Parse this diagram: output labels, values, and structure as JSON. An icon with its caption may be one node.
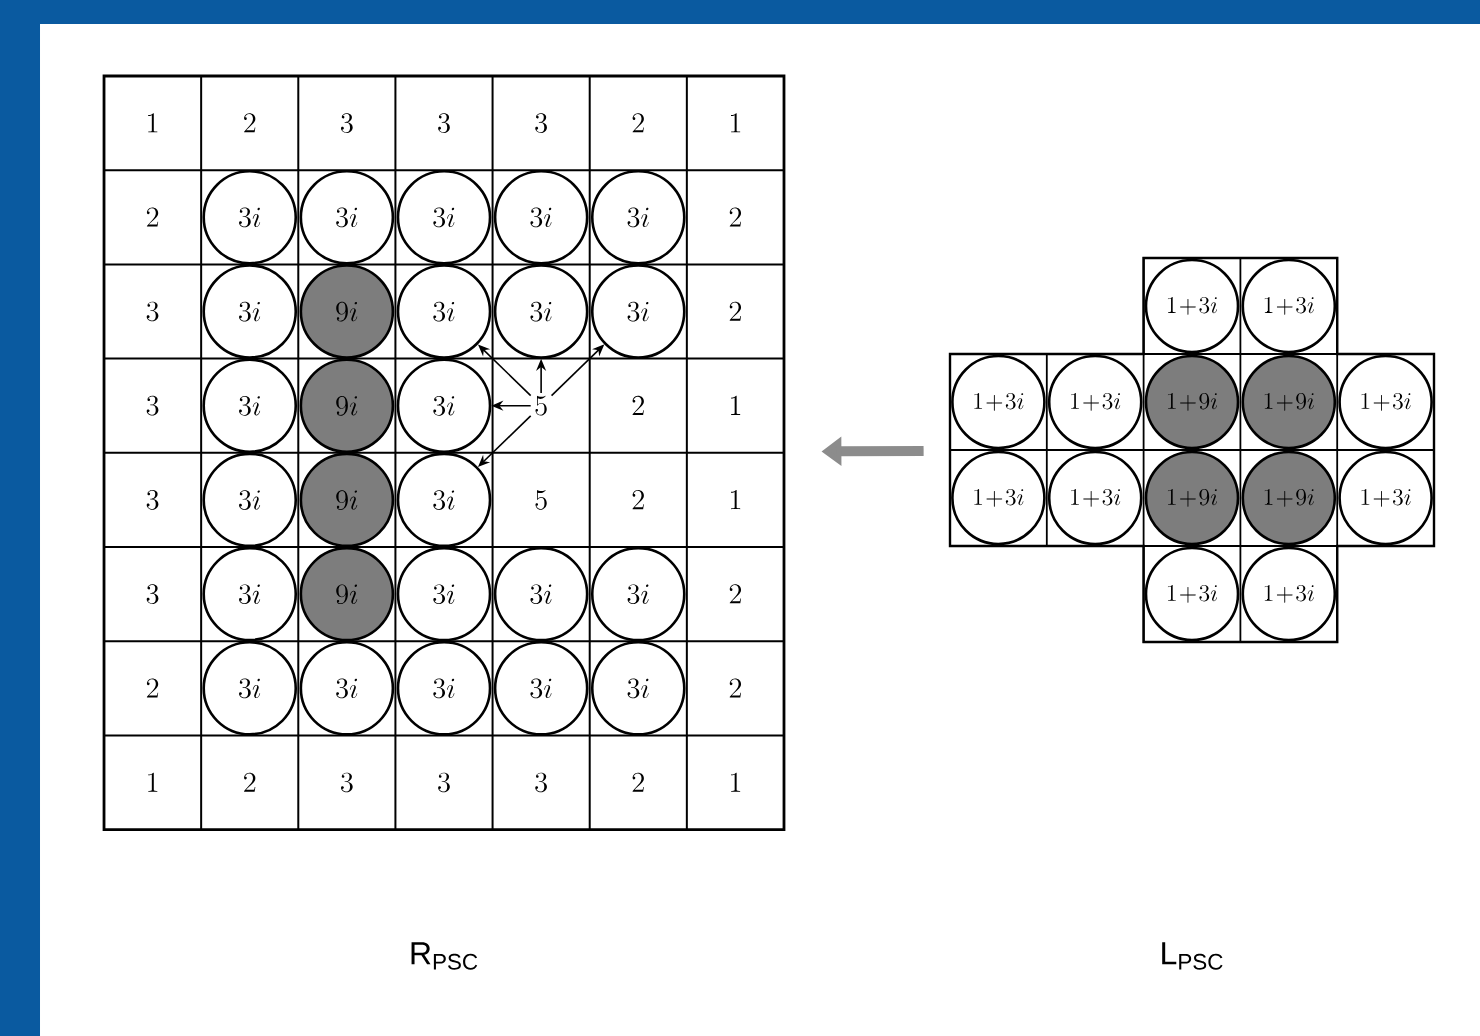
{
  "diagram": {
    "nodes": [
      {
        "text": [],
        "shape": "box"
      },
      {
        "text": [
          "1"
        ],
        "in": 0
      },
      {
        "text": [
          "2"
        ],
        "in": 0
      },
      {
        "text": [
          "3"
        ],
        "in": 0
      },
      {
        "text": [
          "3"
        ],
        "in": 0
      },
      {
        "text": [
          "3"
        ],
        "in": 0
      },
      {
        "text": [
          "2"
        ],
        "in": 0
      },
      {
        "text": [
          "1"
        ],
        "in": 0
      },
      {
        "text": [
          "2"
        ],
        "in": 0
      },
      {
        "text": [
          "3i"
        ],
        "in": 0
      },
      {
        "text": [
          "3i"
        ],
        "in": 0
      },
      {
        "text": [
          "3i"
        ],
        "in": 0
      },
      {
        "text": [
          "3i"
        ],
        "in": 0
      },
      {
        "text": [
          "3i"
        ],
        "in": 0
      },
      {
        "text": [
          "2"
        ],
        "in": 0
      },
      {
        "text": [
          "3"
        ],
        "in": 0
      },
      {
        "text": [
          "3i"
        ],
        "in": 0
      },
      {
        "text": [
          "9i"
        ],
        "in": 0
      },
      {
        "text": [
          "3i"
        ],
        "in": 0
      },
      {
        "text": [
          "3i"
        ],
        "in": 0
      },
      {
        "text": [
          "3i"
        ],
        "in": 0
      },
      {
        "text": [
          "2"
        ],
        "in": 0
      },
      {
        "text": [
          "3"
        ],
        "in": 0
      },
      {
        "text": [
          "3i"
        ],
        "in": 0
      },
      {
        "text": [
          "9i"
        ],
        "in": 0
      },
      {
        "text": [
          "3i"
        ],
        "in": 0
      },
      {
        "text": [
          "5"
        ],
        "in": 0
      },
      {
        "text": [
          "2"
        ],
        "in": 0
      },
      {
        "text": [
          "1"
        ],
        "in": 0
      },
      {
        "text": [
          "3"
        ],
        "in": 0
      },
      {
        "text": [
          "3i"
        ],
        "in": 0
      },
      {
        "text": [
          "9i"
        ],
        "in": 0
      },
      {
        "text": [
          "3i"
        ],
        "in": 0
      },
      {
        "text": [
          "5"
        ],
        "in": 0
      },
      {
        "text": [
          "2"
        ],
        "in": 0
      },
      {
        "text": [
          "1"
        ],
        "in": 0
      },
      {
        "text": [
          "3"
        ],
        "in": 0
      },
      {
        "text": [
          "3i"
        ],
        "in": 0
      },
      {
        "text": [
          "9i"
        ],
        "in": 0
      },
      {
        "text": [
          "3i"
        ],
        "in": 0
      },
      {
        "text": [
          "3i"
        ],
        "in": 0
      },
      {
        "text": [
          "3i"
        ],
        "in": 0
      },
      {
        "text": [
          "2"
        ],
        "in": 0
      },
      {
        "text": [
          "2"
        ],
        "in": 0
      },
      {
        "text": [
          "3i"
        ],
        "in": 0
      },
      {
        "text": [
          "3i"
        ],
        "in": 0
      },
      {
        "text": [
          "3i"
        ],
        "in": 0
      },
      {
        "text": [
          "3i"
        ],
        "in": 0
      },
      {
        "text": [
          "3i"
        ],
        "in": 0
      },
      {
        "text": [
          "2"
        ],
        "in": 0
      },
      {
        "text": [
          "1"
        ],
        "in": 0
      },
      {
        "text": [
          "2"
        ],
        "in": 0
      },
      {
        "text": [
          "3"
        ],
        "in": 0
      },
      {
        "text": [
          "3"
        ],
        "in": 0
      },
      {
        "text": [
          "3"
        ],
        "in": 0
      },
      {
        "text": [
          "2"
        ],
        "in": 0
      },
      {
        "text": [
          "1"
        ],
        "in": 0
      },
      {
        "text": [],
        "shape": "box"
      },
      {
        "text": [
          "1+3i"
        ],
        "in": 57
      },
      {
        "text": [
          "1+3i"
        ],
        "in": 57
      },
      {
        "text": [
          "1+3i"
        ],
        "in": 57
      },
      {
        "text": [
          "1+3i"
        ],
        "in": 57
      },
      {
        "text": [
          "1+9i"
        ],
        "in": 57
      },
      {
        "text": [
          "1+9i"
        ],
        "in": 57
      },
      {
        "text": [
          "1+3i"
        ],
        "in": 57
      },
      {
        "text": [
          "1+3i"
        ],
        "in": 57
      },
      {
        "text": [
          "1+3i"
        ],
        "in": 57
      },
      {
        "text": [
          "1+9i"
        ],
        "in": 57
      },
      {
        "text": [
          "1+9i"
        ],
        "in": 57
      },
      {
        "text": [
          "1+3i"
        ],
        "in": 57
      },
      {
        "text": [
          "1+3i"
        ],
        "in": 57
      },
      {
        "text": [
          "1+3i"
        ],
        "in": 57
      }
    ],
    "edges": [
      {
        "from": 26,
        "to": 18,
        "arrow": "to"
      },
      {
        "from": 26,
        "to": 19,
        "arrow": "to"
      },
      {
        "from": 26,
        "to": 20,
        "arrow": "to"
      },
      {
        "from": 26,
        "to": 25,
        "arrow": "to"
      },
      {
        "from": 26,
        "to": 32,
        "arrow": "to"
      },
      {
        "from": 57,
        "to": 0,
        "arrow": "to",
        "style": "thick",
        "color": "#8c8c8c"
      }
    ],
    "labels": [
      "R$_{PSC}$",
      "L$_{PSC}$"
    ]
  }
}
